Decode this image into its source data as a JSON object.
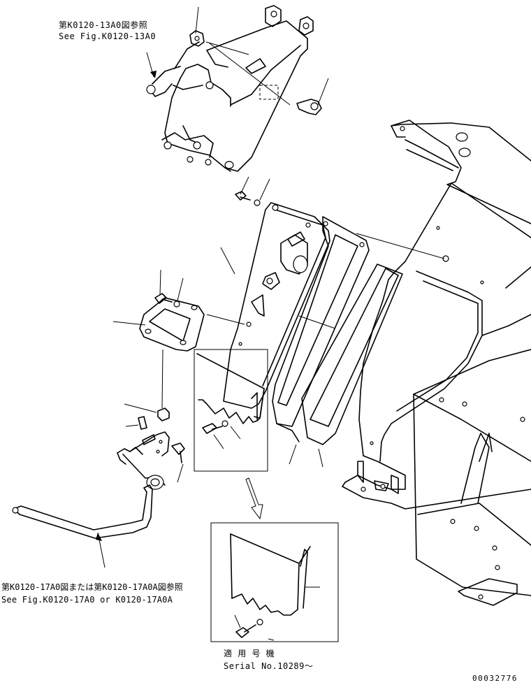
{
  "references": {
    "upper_ref_jp": "第K0120-13A0図参照",
    "upper_ref_en": "See Fig.K0120-13A0",
    "lower_ref_jp": "第K0120-17A0図または第K0120-17A0A図参照",
    "lower_ref_en": "See Fig.K0120-17A0 or K0120-17A0A"
  },
  "detail": {
    "applicable_jp": "適 用 号 機",
    "serial": "Serial No.10289～"
  },
  "drawing_number": "00032776"
}
